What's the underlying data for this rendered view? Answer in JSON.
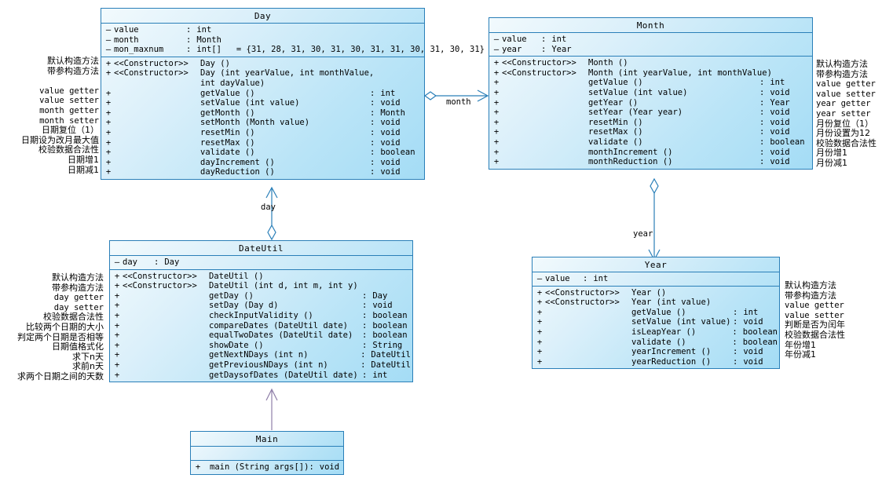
{
  "diagram": {
    "type": "uml-class-diagram",
    "accent_border": "#2a7fb8",
    "fill_light": "#f2fafd",
    "fill_dark": "#a4dcf5",
    "dependency_color": "#8f7fa8"
  },
  "classes": {
    "day": {
      "name": "Day",
      "attributes": [
        {
          "vis": "–",
          "name": "value",
          "type": "int",
          "init": ""
        },
        {
          "vis": "–",
          "name": "month",
          "type": "Month",
          "init": ""
        },
        {
          "vis": "–",
          "name": "mon_maxnum",
          "type": "int[]",
          "init": "= {31, 28, 31, 30, 31, 30, 31, 31, 30, 31, 30, 31}"
        }
      ],
      "methods": [
        {
          "vis": "+",
          "stereo": "<<Constructor>>",
          "sig": "Day ()",
          "type": ""
        },
        {
          "vis": "+",
          "stereo": "<<Constructor>>",
          "sig": "Day (int yearValue, int monthValue,",
          "type": ""
        },
        {
          "vis": "",
          "stereo": "",
          "sig": "int dayValue)",
          "type": "",
          "cont": true
        },
        {
          "vis": "+",
          "stereo": "",
          "sig": "getValue ()",
          "type": "int"
        },
        {
          "vis": "+",
          "stereo": "",
          "sig": "setValue (int value)",
          "type": "void"
        },
        {
          "vis": "+",
          "stereo": "",
          "sig": "getMonth ()",
          "type": "Month"
        },
        {
          "vis": "+",
          "stereo": "",
          "sig": "setMonth (Month value)",
          "type": "void"
        },
        {
          "vis": "+",
          "stereo": "",
          "sig": "resetMin ()",
          "type": "void"
        },
        {
          "vis": "+",
          "stereo": "",
          "sig": "resetMax ()",
          "type": "void"
        },
        {
          "vis": "+",
          "stereo": "",
          "sig": "validate ()",
          "type": "boolean"
        },
        {
          "vis": "+",
          "stereo": "",
          "sig": "dayIncrement ()",
          "type": "void"
        },
        {
          "vis": "+",
          "stereo": "",
          "sig": "dayReduction ()",
          "type": "void"
        }
      ]
    },
    "month": {
      "name": "Month",
      "attributes": [
        {
          "vis": "–",
          "name": "value",
          "type": "int",
          "init": ""
        },
        {
          "vis": "–",
          "name": "year",
          "type": "Year",
          "init": ""
        }
      ],
      "methods": [
        {
          "vis": "+",
          "stereo": "<<Constructor>>",
          "sig": "Month ()",
          "type": ""
        },
        {
          "vis": "+",
          "stereo": "<<Constructor>>",
          "sig": "Month (int yearValue, int monthValue)",
          "type": ""
        },
        {
          "vis": "+",
          "stereo": "",
          "sig": "getValue ()",
          "type": "int"
        },
        {
          "vis": "+",
          "stereo": "",
          "sig": "setValue (int value)",
          "type": "void"
        },
        {
          "vis": "+",
          "stereo": "",
          "sig": "getYear ()",
          "type": "Year"
        },
        {
          "vis": "+",
          "stereo": "",
          "sig": "setYear (Year year)",
          "type": "void"
        },
        {
          "vis": "+",
          "stereo": "",
          "sig": "resetMin ()",
          "type": "void"
        },
        {
          "vis": "+",
          "stereo": "",
          "sig": "resetMax ()",
          "type": "void"
        },
        {
          "vis": "+",
          "stereo": "",
          "sig": "validate ()",
          "type": "boolean"
        },
        {
          "vis": "+",
          "stereo": "",
          "sig": "monthIncrement ()",
          "type": "void"
        },
        {
          "vis": "+",
          "stereo": "",
          "sig": "monthReduction ()",
          "type": "void"
        }
      ]
    },
    "dateutil": {
      "name": "DateUtil",
      "attributes": [
        {
          "vis": "–",
          "name": "day",
          "type": "Day",
          "init": ""
        }
      ],
      "methods": [
        {
          "vis": "+",
          "stereo": "<<Constructor>>",
          "sig": "DateUtil ()",
          "type": ""
        },
        {
          "vis": "+",
          "stereo": "<<Constructor>>",
          "sig": "DateUtil (int d, int m, int y)",
          "type": ""
        },
        {
          "vis": "+",
          "stereo": "",
          "sig": "getDay ()",
          "type": "Day"
        },
        {
          "vis": "+",
          "stereo": "",
          "sig": "setDay (Day d)",
          "type": "void"
        },
        {
          "vis": "+",
          "stereo": "",
          "sig": "checkInputValidity ()",
          "type": "boolean"
        },
        {
          "vis": "+",
          "stereo": "",
          "sig": "compareDates (DateUtil date)",
          "type": "boolean"
        },
        {
          "vis": "+",
          "stereo": "",
          "sig": "equalTwoDates (DateUtil date)",
          "type": "boolean"
        },
        {
          "vis": "+",
          "stereo": "",
          "sig": "showDate ()",
          "type": "String"
        },
        {
          "vis": "+",
          "stereo": "",
          "sig": "getNextNDays (int n)",
          "type": "DateUtil"
        },
        {
          "vis": "+",
          "stereo": "",
          "sig": "getPreviousNDays (int n)",
          "type": "DateUtil"
        },
        {
          "vis": "+",
          "stereo": "",
          "sig": "getDaysofDates (DateUtil date)",
          "type": "int"
        }
      ]
    },
    "year": {
      "name": "Year",
      "attributes": [
        {
          "vis": "–",
          "name": "value",
          "type": "int",
          "init": ""
        }
      ],
      "methods": [
        {
          "vis": "+",
          "stereo": "<<Constructor>>",
          "sig": "Year ()",
          "type": ""
        },
        {
          "vis": "+",
          "stereo": "<<Constructor>>",
          "sig": "Year (int value)",
          "type": ""
        },
        {
          "vis": "+",
          "stereo": "",
          "sig": "getValue ()",
          "type": "int"
        },
        {
          "vis": "+",
          "stereo": "",
          "sig": "setValue (int value)",
          "type": "void"
        },
        {
          "vis": "+",
          "stereo": "",
          "sig": "isLeapYear ()",
          "type": "boolean"
        },
        {
          "vis": "+",
          "stereo": "",
          "sig": "validate ()",
          "type": "boolean"
        },
        {
          "vis": "+",
          "stereo": "",
          "sig": "yearIncrement ()",
          "type": "void"
        },
        {
          "vis": "+",
          "stereo": "",
          "sig": "yearReduction ()",
          "type": "void"
        }
      ]
    },
    "main": {
      "name": "Main",
      "attributes": [],
      "methods": [
        {
          "vis": "+",
          "stereo": "",
          "sig": "main (String args[])",
          "type": "void"
        }
      ]
    }
  },
  "notes": {
    "day": [
      "默认构造方法",
      "带参构造方法",
      "",
      "value getter",
      "value setter",
      "month getter",
      "month setter",
      "日期复位（1）",
      "日期设为改月最大值",
      "校验数据合法性",
      "日期增1",
      "日期减1"
    ],
    "month": [
      "默认构造方法",
      "带参构造方法",
      "value getter",
      "value setter",
      "year getter",
      "year setter",
      "月份复位（1）",
      "月份设置为12",
      "校验数据合法性",
      "月份增1",
      "月份减1"
    ],
    "dateutil": [
      "默认构造方法",
      "带参构造方法",
      "day getter",
      "day setter",
      "校验数据合法性",
      "比较两个日期的大小",
      "判定两个日期是否相等",
      "日期值格式化",
      "求下n天",
      "求前n天",
      "求两个日期之间的天数"
    ],
    "year": [
      "默认构造方法",
      "带参构造方法",
      "value getter",
      "value setter",
      "判断是否为闰年",
      "校验数据合法性",
      "年份增1",
      "年份减1"
    ]
  },
  "connectors": {
    "day_month": {
      "label": "month",
      "kind": "aggregation",
      "from": "Day",
      "to": "Month"
    },
    "dateutil_day": {
      "label": "day",
      "kind": "aggregation",
      "from": "DateUtil",
      "to": "Day"
    },
    "month_year": {
      "label": "year",
      "kind": "aggregation",
      "from": "Month",
      "to": "Year"
    },
    "main_dateutil": {
      "label": "",
      "kind": "dependency",
      "from": "Main",
      "to": "DateUtil"
    }
  }
}
